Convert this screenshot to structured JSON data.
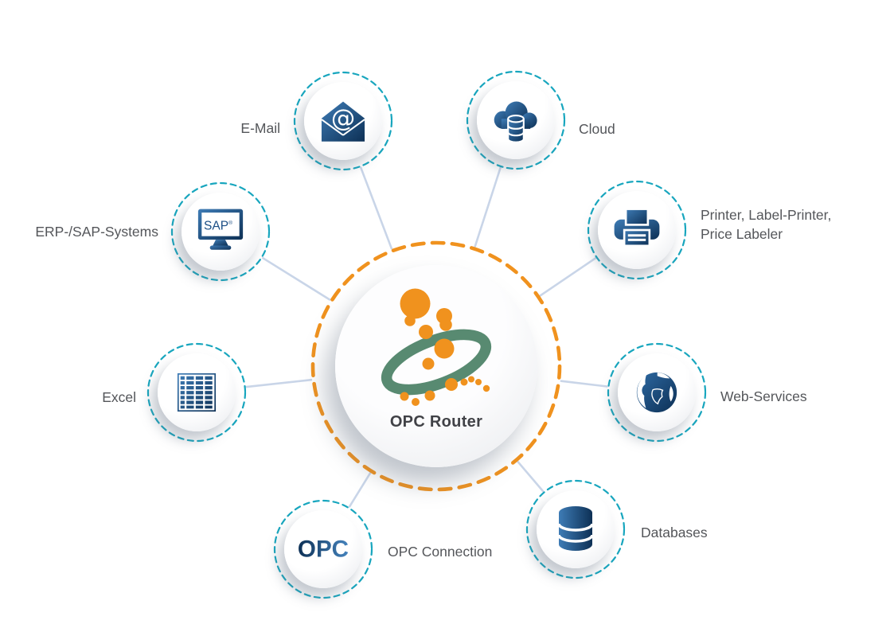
{
  "diagram": {
    "center": {
      "label": "OPC Router",
      "logo": "opc-router-swoosh-logo"
    },
    "nodes": [
      {
        "id": "email",
        "label": "E-Mail",
        "icon": "email-envelope-icon",
        "glyph": "@",
        "position": "top-left"
      },
      {
        "id": "cloud",
        "label": "Cloud",
        "icon": "cloud-database-icon",
        "position": "top-right"
      },
      {
        "id": "erp-sap",
        "label": "ERP-/SAP-Systems",
        "icon": "sap-monitor-icon",
        "screen_text": "SAP",
        "screen_mark": "®",
        "position": "upper-left"
      },
      {
        "id": "printer",
        "label": "Printer, Label-Printer, Price Labeler",
        "label_lines": [
          "Printer, Label-Printer,",
          "Price Labeler"
        ],
        "icon": "printer-icon",
        "position": "upper-right"
      },
      {
        "id": "excel",
        "label": "Excel",
        "icon": "spreadsheet-table-icon",
        "position": "left"
      },
      {
        "id": "web-services",
        "label": "Web-Services",
        "icon": "globe-icon",
        "position": "right"
      },
      {
        "id": "opc-connection",
        "label": "OPC Connection",
        "icon": "opc-wordmark-icon",
        "wordmark": "OPC",
        "position": "bottom-left"
      },
      {
        "id": "databases",
        "label": "Databases",
        "icon": "database-cylinder-icon",
        "position": "bottom-right"
      }
    ],
    "colors": {
      "dashed_ring_teal": "#18A6BE",
      "dashed_ring_orange": "#F0921E",
      "connector_line": "#C9D5E8",
      "icon_blue_dark": "#0D3055",
      "icon_blue_light": "#3E7CB6",
      "sap_text_blue": "#1B4E85",
      "logo_green": "#588A71",
      "logo_orange": "#F0921E",
      "label_text": "#54565A",
      "center_label_text": "#414247"
    }
  }
}
